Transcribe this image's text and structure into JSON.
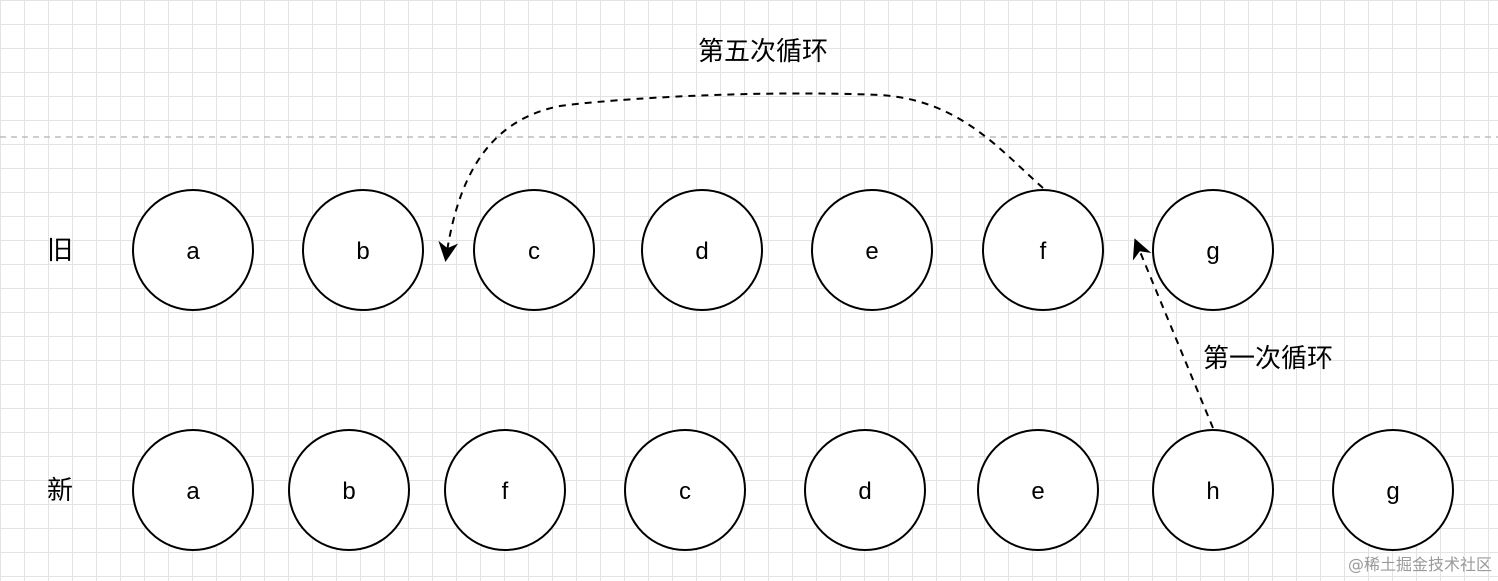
{
  "rows": {
    "old": {
      "label": "旧",
      "nodes": [
        "a",
        "b",
        "c",
        "d",
        "e",
        "f",
        "g"
      ]
    },
    "new": {
      "label": "新",
      "nodes": [
        "a",
        "b",
        "f",
        "c",
        "d",
        "e",
        "h",
        "g"
      ]
    }
  },
  "arrows": {
    "first_loop": {
      "label": "第一次循环",
      "from": "新 h",
      "to": "旧 f"
    },
    "fifth_loop": {
      "label": "第五次循环",
      "from": "旧 f",
      "to": "旧 b"
    }
  },
  "watermark": "@稀土掘金技术社区",
  "colors": {
    "stroke": "#000000",
    "grid": "#e3e3e3",
    "divider": "#bdbdbd"
  }
}
